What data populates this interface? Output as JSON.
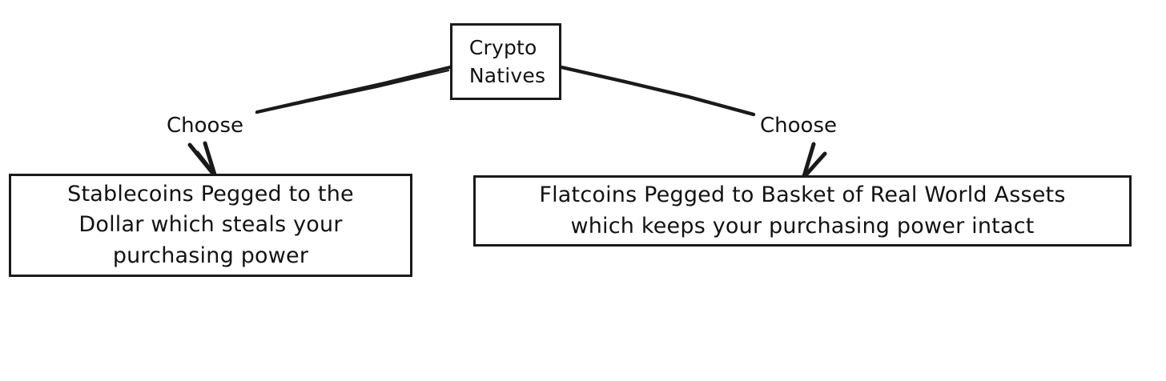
{
  "diagram": {
    "type": "branching-flow",
    "background_color": "#ffffff",
    "stroke_color": "#1a1a1a",
    "text_color": "#121212",
    "style": "hand-drawn-sketch",
    "root": {
      "id": "crypto-natives",
      "text": "Crypto\nNatives"
    },
    "edges": [
      {
        "id": "edge-left",
        "label": "Choose",
        "from": "crypto-natives",
        "to": "stablecoins"
      },
      {
        "id": "edge-right",
        "label": "Choose",
        "from": "crypto-natives",
        "to": "flatcoins"
      }
    ],
    "branches": [
      {
        "id": "stablecoins",
        "side": "left",
        "text": "Stablecoins Pegged to the\nDollar which steals your\npurchasing power"
      },
      {
        "id": "flatcoins",
        "side": "right",
        "text": "Flatcoins Pegged to Basket of Real World Assets\nwhich keeps your purchasing power intact"
      }
    ]
  }
}
